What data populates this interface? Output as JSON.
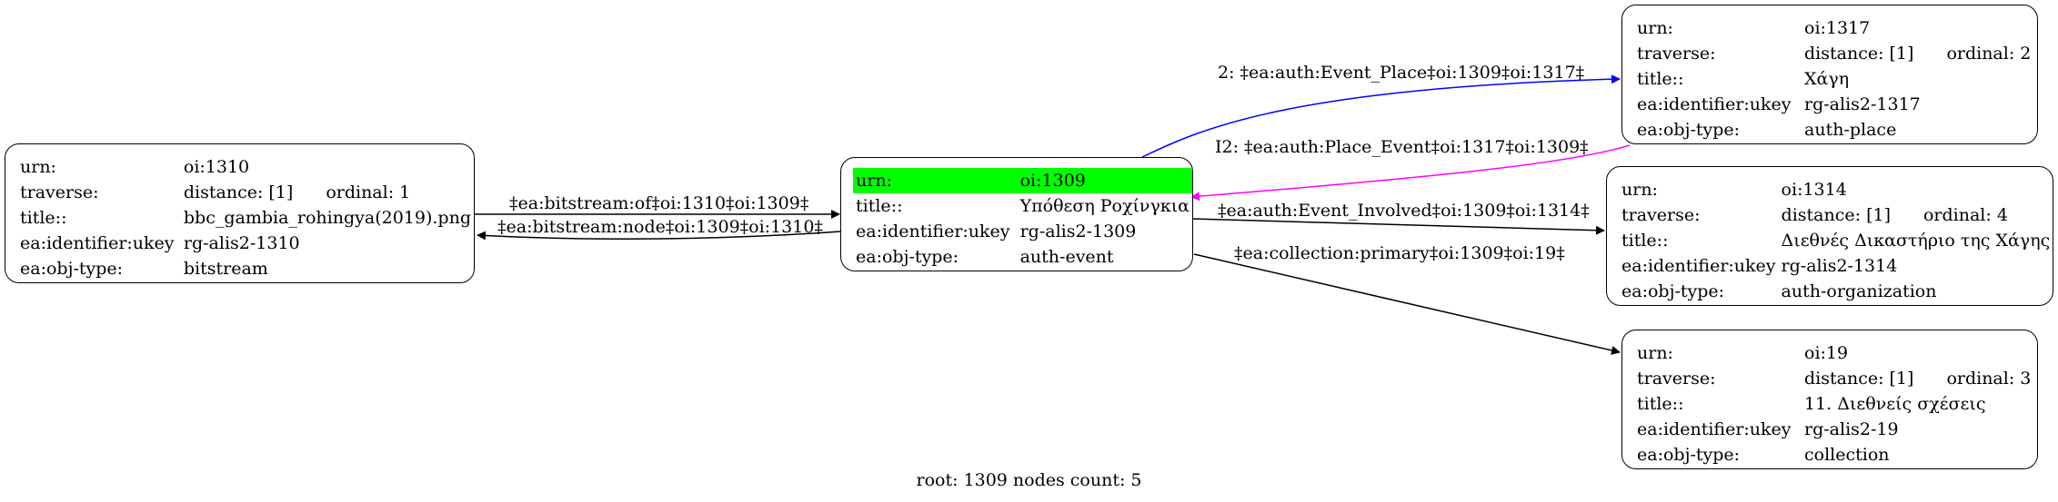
{
  "nodes": {
    "n1310": {
      "rows": [
        {
          "key": "urn:",
          "val": "oi:1310"
        },
        {
          "key": "traverse:",
          "val": "distance: [1]",
          "extra": "ordinal: 1"
        },
        {
          "key": "title::",
          "val": "bbc_gambia_rohingya(2019).png"
        },
        {
          "key": "ea:identifier:ukey",
          "val": "rg-alis2-1310"
        },
        {
          "key": "ea:obj-type:",
          "val": "bitstream"
        }
      ]
    },
    "n1309": {
      "highlight_color": "#00ff00",
      "rows": [
        {
          "key": "urn:",
          "val": "oi:1309"
        },
        {
          "key": "title::",
          "val": "Υπόθεση Ροχίνγκια"
        },
        {
          "key": "ea:identifier:ukey",
          "val": "rg-alis2-1309"
        },
        {
          "key": "ea:obj-type:",
          "val": "auth-event"
        }
      ]
    },
    "n1317": {
      "rows": [
        {
          "key": "urn:",
          "val": "oi:1317"
        },
        {
          "key": "traverse:",
          "val": "distance: [1]",
          "extra": "ordinal: 2"
        },
        {
          "key": "title::",
          "val": "Χάγη"
        },
        {
          "key": "ea:identifier:ukey",
          "val": "rg-alis2-1317"
        },
        {
          "key": "ea:obj-type:",
          "val": "auth-place"
        }
      ]
    },
    "n1314": {
      "rows": [
        {
          "key": "urn:",
          "val": "oi:1314"
        },
        {
          "key": "traverse:",
          "val": "distance: [1]",
          "extra": "ordinal: 4"
        },
        {
          "key": "title::",
          "val": "Διεθνές Δικαστήριο της Χάγης"
        },
        {
          "key": "ea:identifier:ukey",
          "val": "rg-alis2-1314"
        },
        {
          "key": "ea:obj-type:",
          "val": "auth-organization"
        }
      ]
    },
    "n19": {
      "rows": [
        {
          "key": "urn:",
          "val": "oi:19"
        },
        {
          "key": "traverse:",
          "val": "distance: [1]",
          "extra": "ordinal: 3"
        },
        {
          "key": "title::",
          "val": "11. Διεθνείς σχέσεις"
        },
        {
          "key": "ea:identifier:ukey",
          "val": "rg-alis2-19"
        },
        {
          "key": "ea:obj-type:",
          "val": "collection"
        }
      ]
    }
  },
  "edges": {
    "bitstream_of": {
      "label": "‡ea:bitstream:of‡oi:1310‡oi:1309‡",
      "color": "#000000"
    },
    "bitstream_node": {
      "label": "‡ea:bitstream:node‡oi:1309‡oi:1310‡",
      "color": "#000000"
    },
    "event_place": {
      "label": "2: ‡ea:auth:Event_Place‡oi:1309‡oi:1317‡",
      "color": "#0000ff"
    },
    "place_event": {
      "label": "I2: ‡ea:auth:Place_Event‡oi:1317‡oi:1309‡",
      "color": "#ff00ff"
    },
    "event_involved": {
      "label": "‡ea:auth:Event_Involved‡oi:1309‡oi:1314‡",
      "color": "#000000"
    },
    "collection_primary": {
      "label": "‡ea:collection:primary‡oi:1309‡oi:19‡",
      "color": "#000000"
    }
  },
  "footer": "root: 1309 nodes count: 5"
}
